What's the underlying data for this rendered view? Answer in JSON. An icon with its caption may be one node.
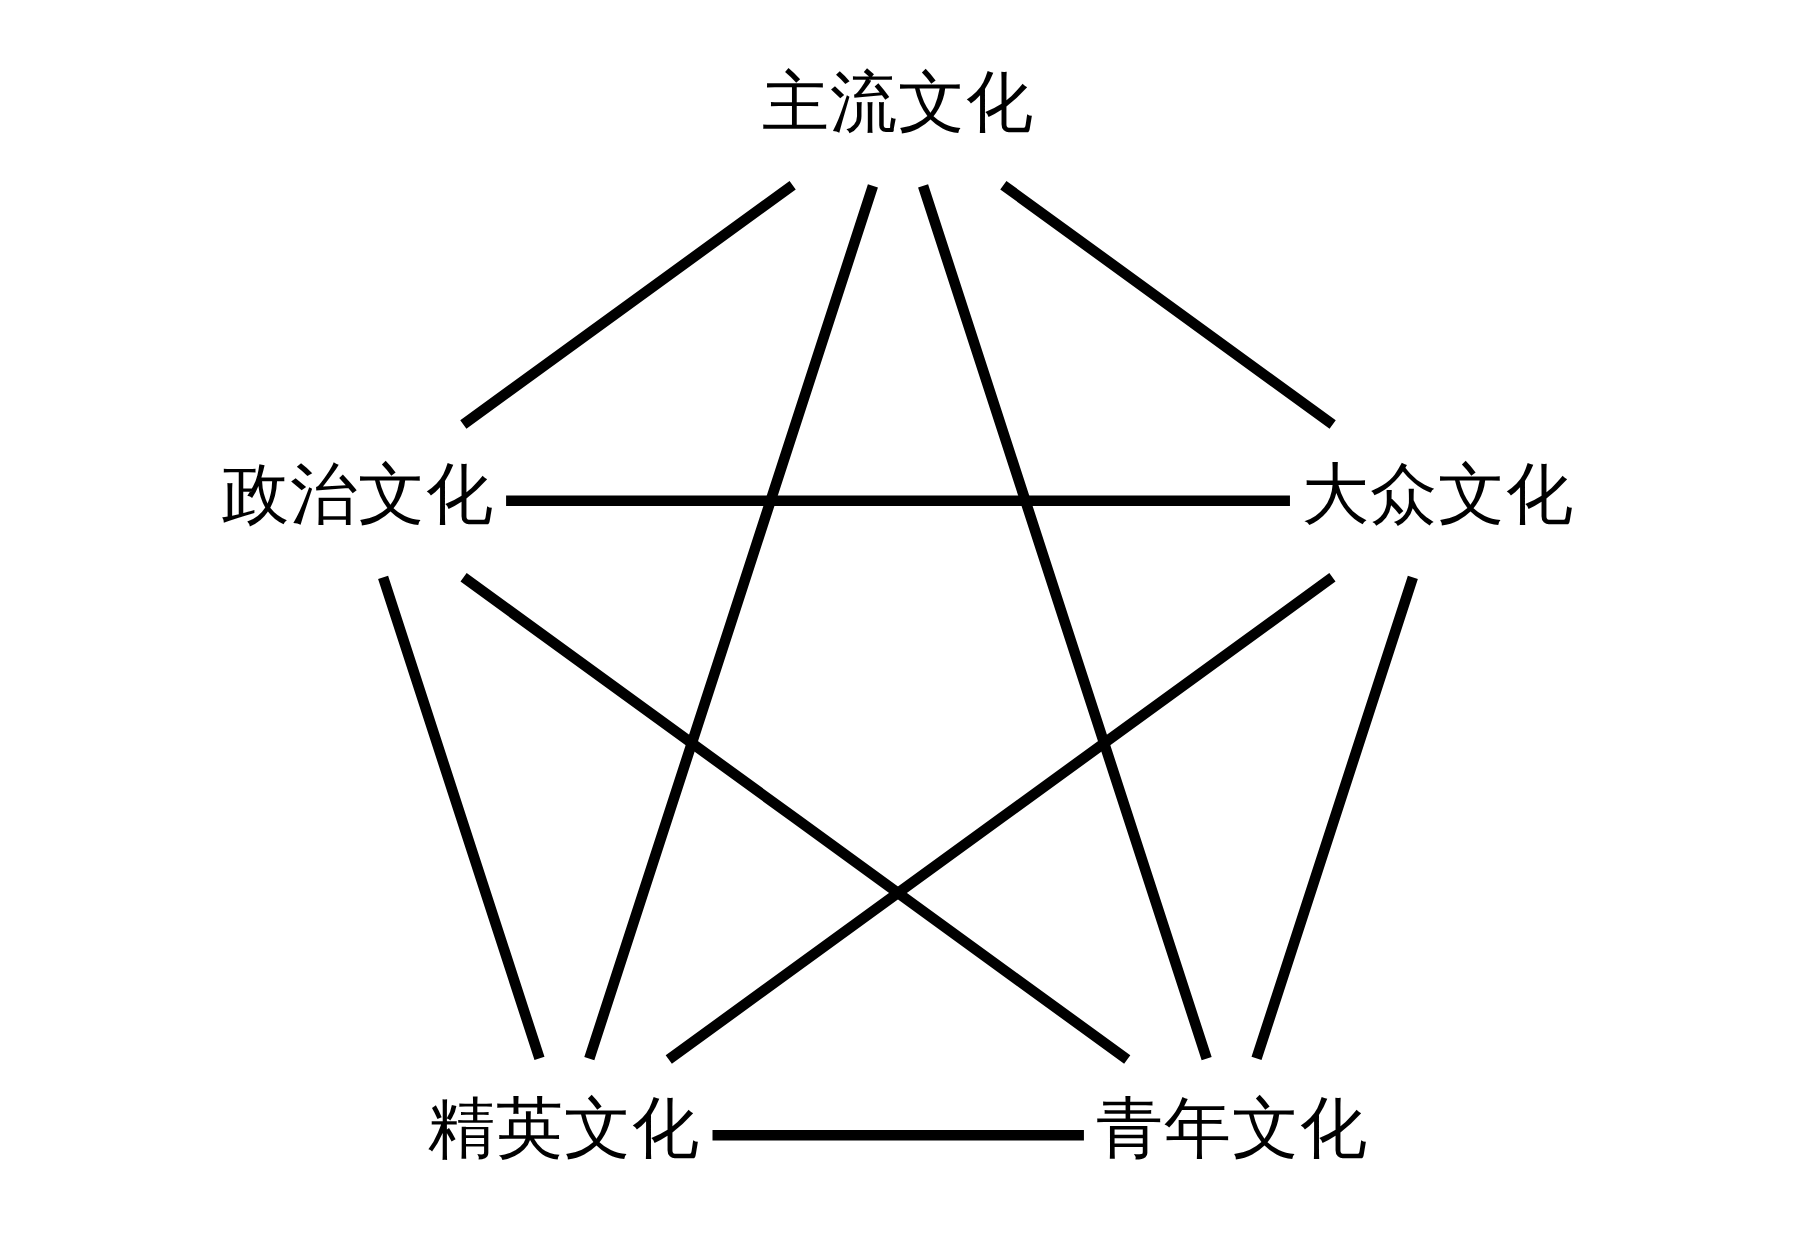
{
  "diagram": {
    "nodes": [
      {
        "text": [
          "主流文化"
        ]
      },
      {
        "text": [
          "政治文化"
        ]
      },
      {
        "text": [
          "大众文化"
        ]
      },
      {
        "text": [
          "精英文化"
        ]
      },
      {
        "text": [
          "青年文化"
        ]
      }
    ],
    "edges": [
      {
        "from": 0,
        "to": 1,
        "arrow": "none"
      },
      {
        "from": 0,
        "to": 2,
        "arrow": "none"
      },
      {
        "from": 0,
        "to": 3,
        "arrow": "none"
      },
      {
        "from": 0,
        "to": 4,
        "arrow": "none"
      },
      {
        "from": 1,
        "to": 2,
        "arrow": "none"
      },
      {
        "from": 1,
        "to": 3,
        "arrow": "none"
      },
      {
        "from": 1,
        "to": 4,
        "arrow": "none"
      },
      {
        "from": 2,
        "to": 3,
        "arrow": "none"
      },
      {
        "from": 2,
        "to": 4,
        "arrow": "none"
      },
      {
        "from": 3,
        "to": 4,
        "arrow": "none"
      }
    ]
  }
}
